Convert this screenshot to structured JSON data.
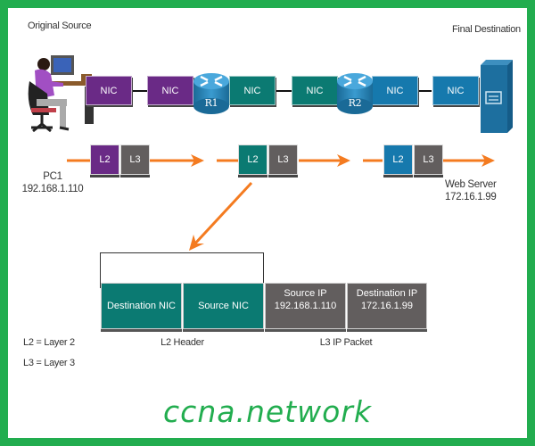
{
  "labels": {
    "original_source": "Original Source",
    "final_destination": "Final Destination",
    "pc1_name": "PC1",
    "pc1_ip": "192.168.1.110",
    "server_name": "Web Server",
    "server_ip": "172.16.1.99"
  },
  "nics": [
    "NIC",
    "NIC",
    "NIC",
    "NIC",
    "NIC",
    "NIC"
  ],
  "routers": [
    "R1",
    "R2"
  ],
  "packets": [
    {
      "l2": "L2",
      "l3": "L3"
    },
    {
      "l2": "L2",
      "l3": "L3"
    },
    {
      "l2": "L2",
      "l3": "L3"
    }
  ],
  "frame": {
    "dest_nic": "Destination NIC",
    "src_nic": "Source NIC",
    "src_ip_label": "Source IP",
    "src_ip": "192.168.1.110",
    "dst_ip_label": "Destination IP",
    "dst_ip": "172.16.1.99",
    "l2_header": "L2 Header",
    "l3_packet": "L3 IP Packet"
  },
  "legend": {
    "l2": "L2 = Layer 2",
    "l3": "L3 = Layer 3"
  },
  "brand": "ccna.network",
  "colors": {
    "border_green": "#22ad4f",
    "purple": "#6a2a86",
    "teal": "#0b7a72",
    "blue": "#1679ad",
    "gray": "#625e5e",
    "arrow_orange": "#f47b20"
  }
}
